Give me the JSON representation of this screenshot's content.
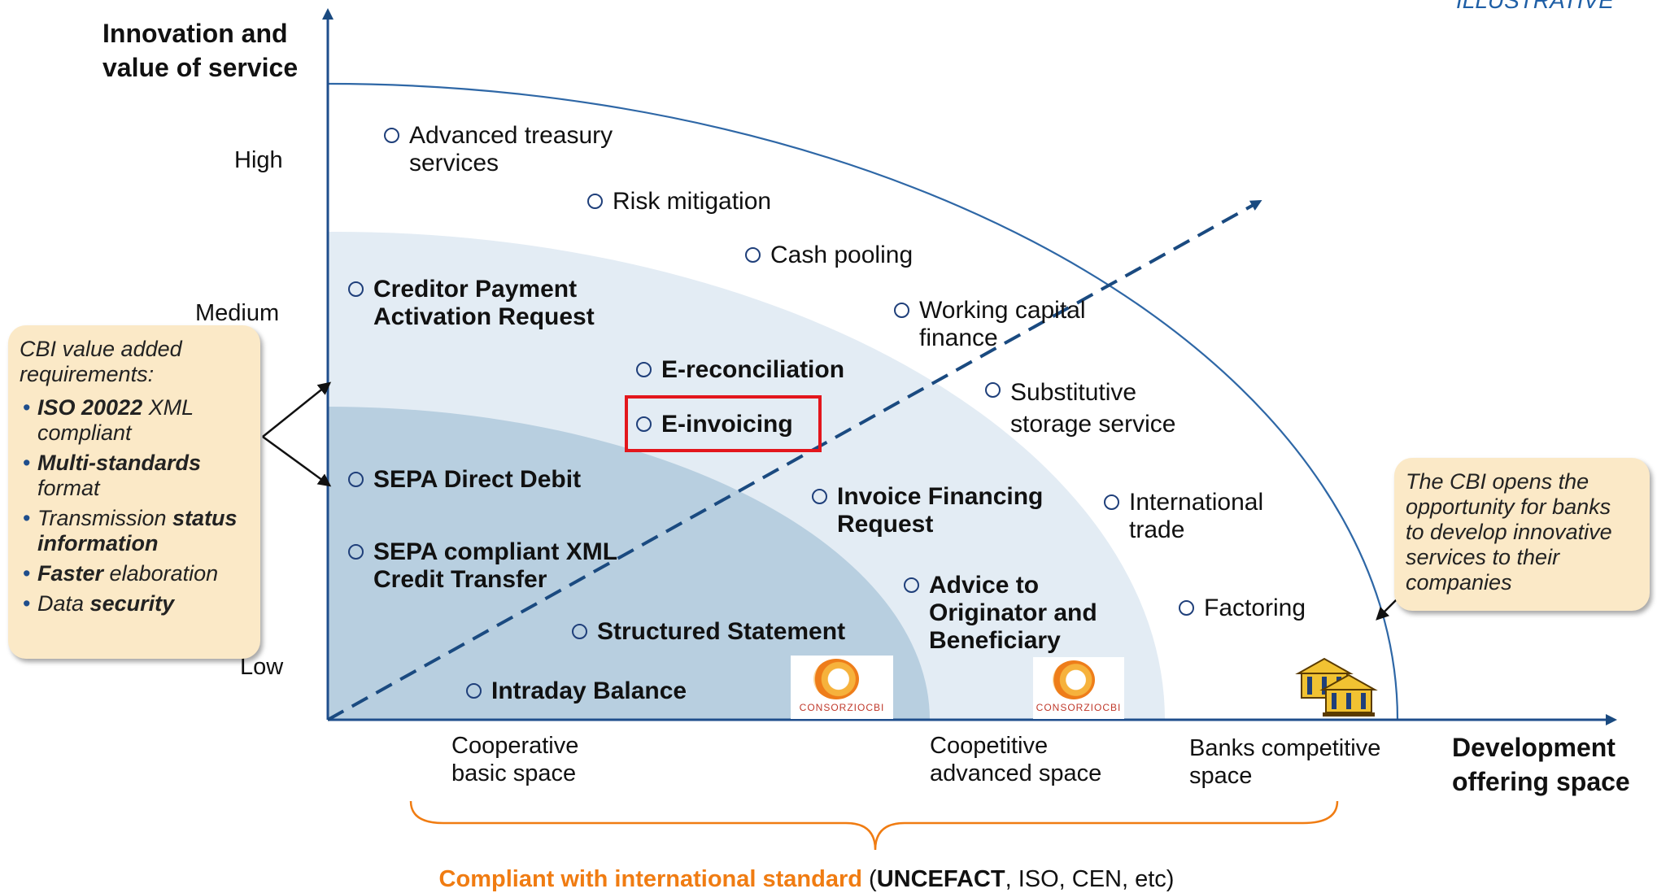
{
  "corner_tag": "ILLUSTRATIVE",
  "y_axis": {
    "title_line1": "Innovation and",
    "title_line2": "value of service",
    "levels": {
      "high": "High",
      "medium": "Medium",
      "low": "Low"
    }
  },
  "x_axis": {
    "title_line1": "Development",
    "title_line2": "offering space",
    "zones": {
      "cooperative": [
        "Cooperative",
        "basic space"
      ],
      "coopetitive": [
        "Coopetitive",
        "advanced space"
      ],
      "competitive": [
        "Banks competitive",
        "space"
      ]
    }
  },
  "services": {
    "advanced_treasury": [
      "Advanced treasury",
      "services"
    ],
    "risk_mitigation": "Risk mitigation",
    "cash_pooling": "Cash pooling",
    "working_capital": [
      "Working capital",
      "finance"
    ],
    "substitutive_storage": [
      "Substitutive",
      "storage service"
    ],
    "international_trade": [
      "International",
      "trade"
    ],
    "factoring": "Factoring",
    "creditor_payment": [
      "Creditor Payment",
      "Activation Request"
    ],
    "e_reconciliation": "E-reconciliation",
    "e_invoicing": "E-invoicing",
    "invoice_financing": [
      "Invoice Financing",
      "Request"
    ],
    "advice_originator": [
      "Advice to",
      "Originator and",
      "Beneficiary"
    ],
    "sepa_direct_debit": "SEPA Direct Debit",
    "sepa_credit_transfer": [
      "SEPA compliant XML",
      "Credit Transfer"
    ],
    "structured_statement": "Structured Statement",
    "intraday_balance": "Intraday Balance"
  },
  "left_callout": {
    "heading_line1": "CBI value added",
    "heading_line2": "requirements:",
    "bullets": [
      {
        "bold": "ISO 20022",
        "rest": " XML compliant"
      },
      {
        "bold": "Multi-standards",
        "rest": " format"
      },
      {
        "pre": "Transmission ",
        "bold": "status information"
      },
      {
        "bold": "Faster",
        "rest": " elaboration"
      },
      {
        "pre": "Data ",
        "bold": "security"
      }
    ]
  },
  "right_callout": [
    "The CBI opens the",
    "opportunity for banks",
    "to develop innovative",
    "services to their",
    "companies"
  ],
  "logo_caption": "CONSORZIOCBI",
  "footer": {
    "orange_text": "Compliant with international standard",
    "open_paren": " (",
    "bold_text": "UNCEFACT",
    "rest": ", ISO, CEN, etc)"
  },
  "colors": {
    "zone_inner": "#b8cfe0",
    "zone_middle": "#e3ecf4",
    "axis": "#1f4e8c",
    "arrow_dashed": "#1a4a80",
    "highlight": "#e3161c",
    "callout_bg": "#fbe9c7",
    "footer_accent": "#f07c12"
  },
  "icons": {
    "bullet": "hollow-circle-icon",
    "bank": "bank-building-icon",
    "logo": "consorzio-cbi-logo"
  }
}
